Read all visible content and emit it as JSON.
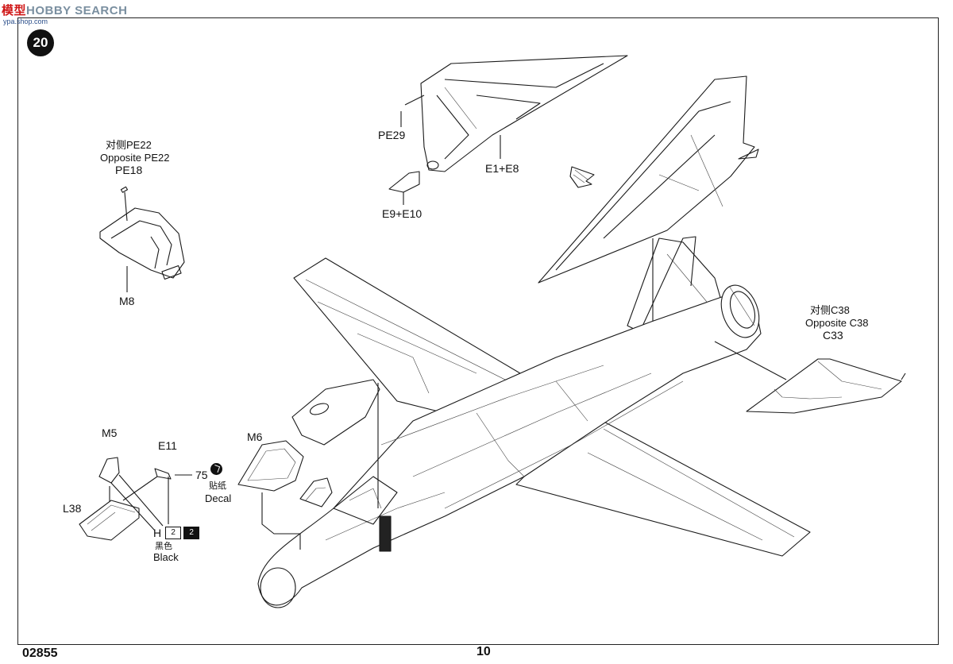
{
  "watermark": {
    "cn": "模型",
    "en": "HOBBY SEARCH",
    "url": "ypa.shop.com"
  },
  "step": "20",
  "labels": {
    "pe22_cn": "对侧PE22",
    "pe22_en": "Opposite PE22",
    "pe18": "PE18",
    "m8": "M8",
    "pe29": "PE29",
    "e1e8": "E1+E8",
    "e9e10": "E9+E10",
    "c38_cn": "对侧C38",
    "c38_en": "Opposite C38",
    "c33": "C33",
    "m5": "M5",
    "e11": "E11",
    "decal_num": "75",
    "decal_cn": "贴纸",
    "decal_en": "Decal",
    "l38": "L38",
    "m6": "M6",
    "paint_h": "H",
    "paint_box1": "2",
    "paint_box2": "2",
    "black_cn": "黑色",
    "black_en": "Black"
  },
  "footer": {
    "code": "02855",
    "page": "10"
  }
}
